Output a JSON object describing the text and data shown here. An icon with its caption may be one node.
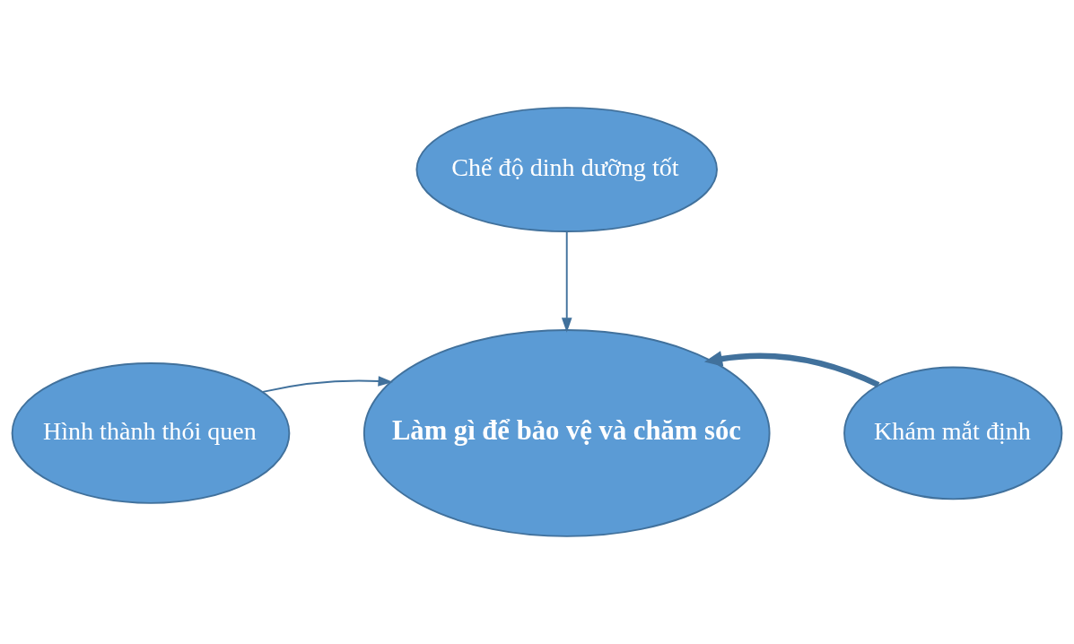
{
  "diagram": {
    "nodes": [
      {
        "text": [
          "Chế độ dinh dưỡng tốt"
        ]
      },
      {
        "text": [
          "Hình thành thói quen"
        ]
      },
      {
        "text": [
          "Làm gì để bảo vệ và chăm sóc"
        ]
      },
      {
        "text": [
          "Khám mắt định"
        ]
      }
    ],
    "edges": [
      {
        "from": 0,
        "to": 2,
        "arrow": "to"
      },
      {
        "from": 1,
        "to": 2,
        "arrow": "to"
      },
      {
        "from": 3,
        "to": 2,
        "arrow": "to",
        "style": "thick"
      }
    ]
  }
}
